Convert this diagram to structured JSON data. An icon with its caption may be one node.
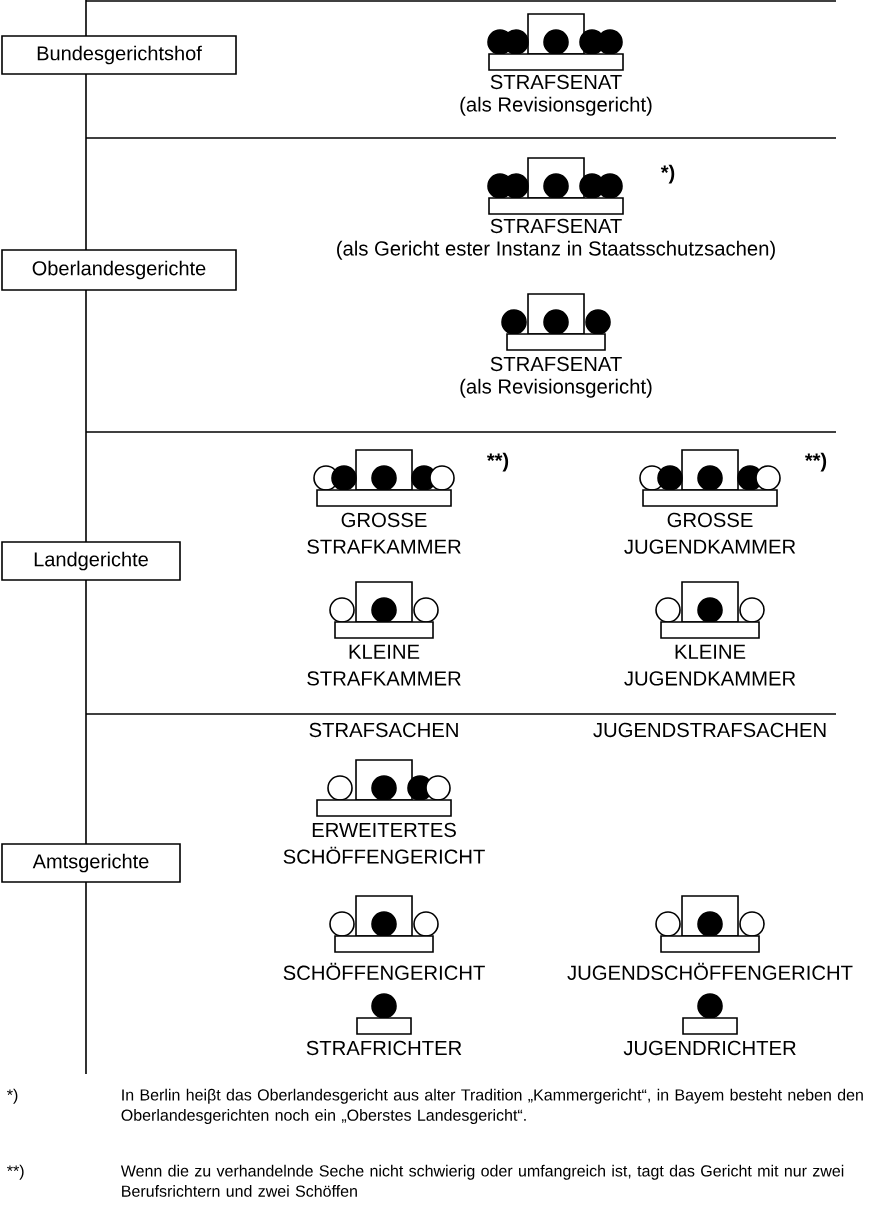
{
  "diagram": {
    "nodes": [
      {
        "text": [
          "Bundesgerichtshof"
        ]
      },
      {
        "text": [
          "Oberlandesgerichte"
        ]
      },
      {
        "text": [
          "Landgerichte"
        ]
      },
      {
        "text": [
          "Amtsgerichte"
        ]
      }
    ],
    "labels": [
      "STRAFSENAT",
      "(als Revisionsgericht)",
      "*)",
      "STRAFSENAT",
      "(als Gericht ester Instanz in Staatsschutzsachen)",
      "STRAFSENAT",
      "(als Revisionsgericht)",
      "GROSSE STRAFKAMMER",
      "**)",
      "GROSSE JUGENDKAMMER",
      "**)",
      "KLEINE STRAFKAMMER",
      "KLEINE JUGENDKAMMER",
      "STRAFSACHEN",
      "JUGENDSTRAFSACHEN",
      "ERWEITERTES SCHÖFFENGERICHT",
      "SCHÖFFENGERICHT",
      "JUGENDSCHÖFFENGERICHT",
      "STRAFRICHTER",
      "JUGENDRICHTER",
      "*)",
      "In Berlin heiβt das Oberlandesgericht aus alter Tradition „Kammergericht“, in Bayem besteht neben den Oberlandesgerichten noch ein „Oberstes Landesgericht“.",
      "**)",
      "Wenn die zu verhandelnde Seche nicht schwierig oder umfangreich ist, tagt das Gericht mit nur zwei Berufsrichtern und zwei Schöffen"
    ]
  }
}
